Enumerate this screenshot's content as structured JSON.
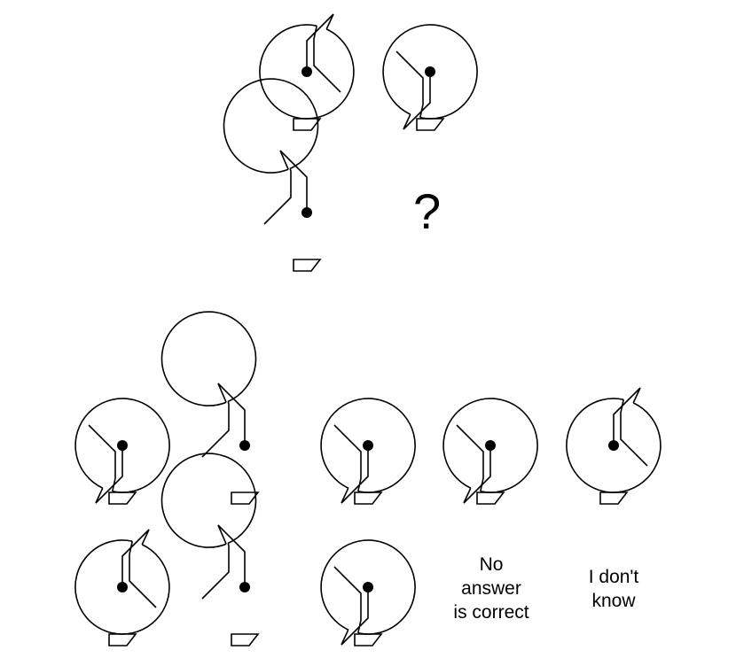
{
  "question_mark": "?",
  "matrix": [
    {
      "id": "m1",
      "rotation": 0,
      "arm_a": [
        [
          8,
          -37
        ],
        [
          8,
          -7
        ],
        [
          38,
          23
        ]
      ],
      "arm_b": [
        [
          0,
          0
        ],
        [
          0,
          -35
        ],
        [
          30,
          -65
        ]
      ],
      "dot_end": "b_tip"
    },
    {
      "id": "m2",
      "rotation": 180,
      "arm_a": [
        [
          8,
          -37
        ],
        [
          8,
          -7
        ],
        [
          38,
          23
        ]
      ],
      "arm_b": [
        [
          0,
          0
        ],
        [
          0,
          -35
        ],
        [
          30,
          -65
        ]
      ],
      "dot_end": "b_tip"
    },
    {
      "id": "m3",
      "rotation": 0,
      "arm_a": [
        [
          -18,
          -47
        ],
        [
          -18,
          -17
        ],
        [
          -48,
          13
        ]
      ],
      "arm_b": [
        [
          0,
          0
        ],
        [
          0,
          -40
        ],
        [
          -30,
          -70
        ]
      ],
      "dot_end": "b_tip"
    }
  ],
  "options": [
    {
      "id": "o1",
      "rotation": 180,
      "arm_a": [
        [
          8,
          -37
        ],
        [
          8,
          -7
        ],
        [
          38,
          23
        ]
      ],
      "arm_b": [
        [
          0,
          0
        ],
        [
          0,
          -35
        ],
        [
          30,
          -65
        ]
      ],
      "dot_end": "b_tip"
    },
    {
      "id": "o2",
      "rotation": 0,
      "arm_a": [
        [
          -18,
          -47
        ],
        [
          -18,
          -17
        ],
        [
          -48,
          13
        ]
      ],
      "arm_b": [
        [
          0,
          0
        ],
        [
          0,
          -40
        ],
        [
          -30,
          -70
        ]
      ],
      "dot_end": "b_tip"
    },
    {
      "id": "o3",
      "rotation": 180,
      "arm_a": [
        [
          8,
          -37
        ],
        [
          8,
          -7
        ],
        [
          38,
          23
        ]
      ],
      "arm_b": [
        [
          0,
          0
        ],
        [
          0,
          -35
        ],
        [
          30,
          -65
        ]
      ],
      "dot_end": "b_tip"
    },
    {
      "id": "o4",
      "rotation": 180,
      "arm_a": [
        [
          8,
          -37
        ],
        [
          8,
          -7
        ],
        [
          38,
          23
        ]
      ],
      "arm_b": [
        [
          0,
          0
        ],
        [
          0,
          -35
        ],
        [
          30,
          -65
        ]
      ],
      "dot_end": "b_tip"
    },
    {
      "id": "o5",
      "rotation": 0,
      "arm_a": [
        [
          8,
          -37
        ],
        [
          8,
          -7
        ],
        [
          38,
          23
        ]
      ],
      "arm_b": [
        [
          0,
          0
        ],
        [
          0,
          -35
        ],
        [
          30,
          -65
        ]
      ],
      "dot_end": "b_tip"
    },
    {
      "id": "o6",
      "rotation": 0,
      "arm_a": [
        [
          8,
          -37
        ],
        [
          8,
          -7
        ],
        [
          38,
          23
        ]
      ],
      "arm_b": [
        [
          0,
          0
        ],
        [
          0,
          -35
        ],
        [
          30,
          -65
        ]
      ],
      "dot_end": "b_tip"
    },
    {
      "id": "o7",
      "rotation": 0,
      "arm_a": [
        [
          -18,
          -47
        ],
        [
          -18,
          -17
        ],
        [
          -48,
          13
        ]
      ],
      "arm_b": [
        [
          0,
          0
        ],
        [
          0,
          -40
        ],
        [
          -30,
          -70
        ]
      ],
      "dot_end": "b_tip"
    },
    {
      "id": "o8",
      "rotation": 180,
      "arm_a": [
        [
          8,
          -37
        ],
        [
          8,
          -7
        ],
        [
          38,
          23
        ]
      ],
      "arm_b": [
        [
          0,
          0
        ],
        [
          0,
          -35
        ],
        [
          30,
          -65
        ]
      ],
      "dot_end": "b_tip"
    }
  ],
  "text_options": [
    {
      "id": "no-answer",
      "lines": [
        "No",
        "answer",
        "is correct"
      ]
    },
    {
      "id": "dont-know",
      "lines": [
        "I don't",
        "know"
      ]
    }
  ]
}
